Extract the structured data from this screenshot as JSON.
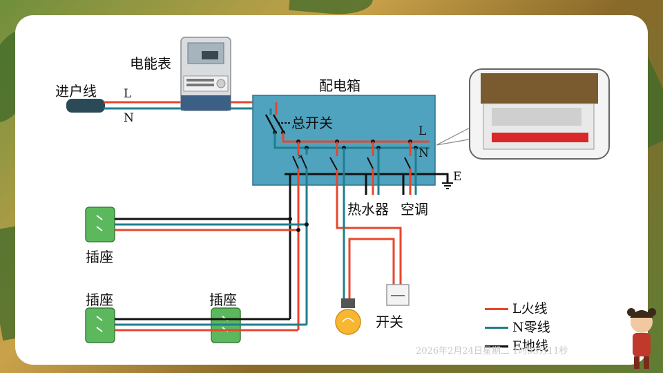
{
  "labels": {
    "incoming_line": "进户线",
    "meter": "电能表",
    "distribution_box": "配电箱",
    "main_switch": "总开关",
    "water_heater": "热水器",
    "air_conditioner": "空调",
    "socket_1": "插座",
    "socket_2": "插座",
    "socket_3": "插座",
    "switch": "开关",
    "L_in": "L",
    "N_in": "N",
    "L_box": "L",
    "N_box": "N",
    "E_box": "E"
  },
  "legend": [
    {
      "key": "L",
      "text": "火线",
      "color": "#e8452c"
    },
    {
      "key": "N",
      "text": "零线",
      "color": "#1f7e8c"
    },
    {
      "key": "E",
      "text": "地线",
      "color": "#111111"
    }
  ],
  "watermark": "2026年2月24日星期二  1时53分11秒",
  "colors": {
    "live": "#e8452c",
    "neutral": "#1f7e8c",
    "earth": "#111111",
    "box_fill": "#4fa3bf",
    "socket_fill": "#5cb85c"
  }
}
